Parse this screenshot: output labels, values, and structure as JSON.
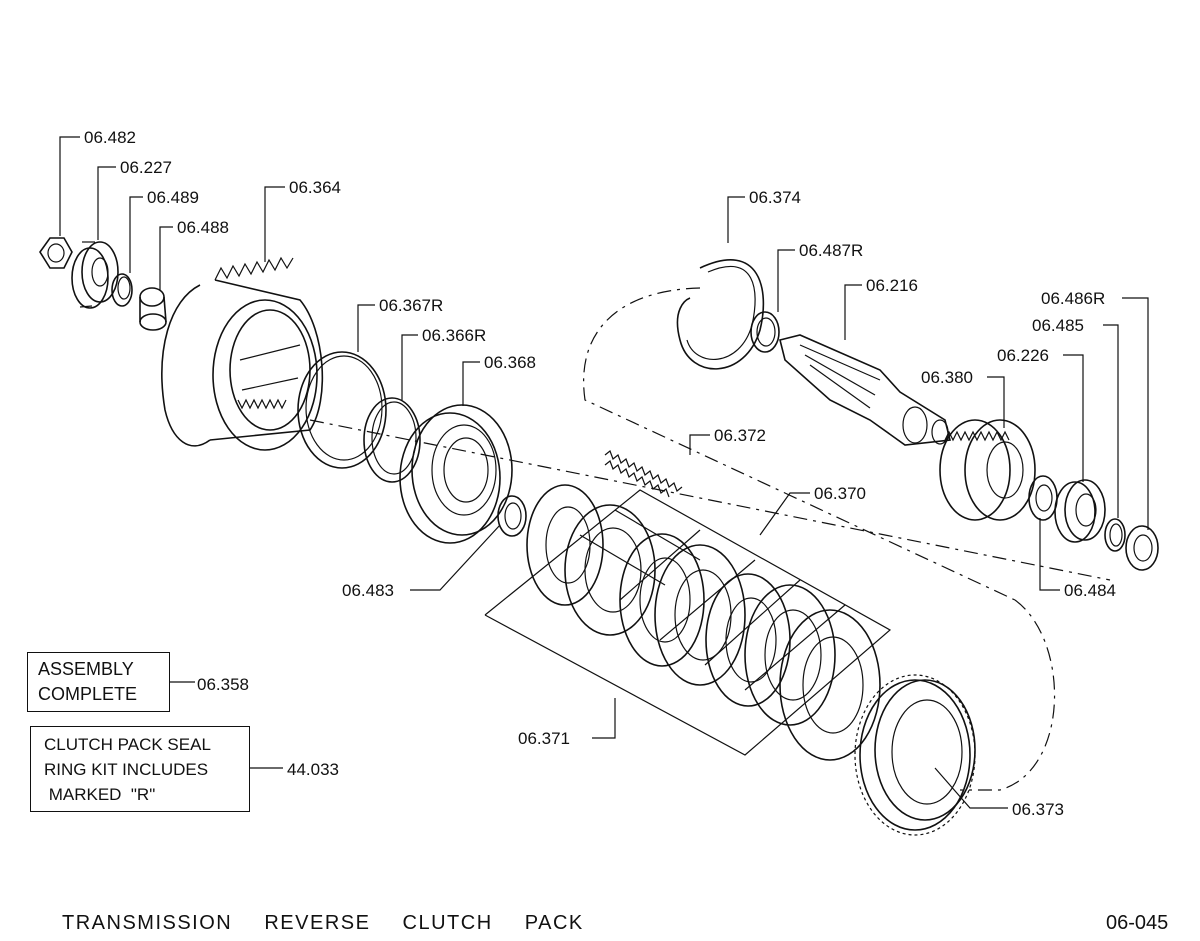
{
  "title": "TRANSMISSION  REVERSE  CLUTCH  PACK",
  "page_code": "06-045",
  "parts": {
    "p06_482": "06.482",
    "p06_227": "06.227",
    "p06_489": "06.489",
    "p06_488": "06.488",
    "p06_364": "06.364",
    "p06_367R": "06.367R",
    "p06_366R": "06.366R",
    "p06_368": "06.368",
    "p06_374": "06.374",
    "p06_487R": "06.487R",
    "p06_216": "06.216",
    "p06_486R": "06.486R",
    "p06_485": "06.485",
    "p06_226": "06.226",
    "p06_380": "06.380",
    "p06_372": "06.372",
    "p06_370": "06.370",
    "p06_483": "06.483",
    "p06_484": "06.484",
    "p06_358": "06.358",
    "p06_371": "06.371",
    "p44_033": "44.033",
    "p06_373": "06.373"
  },
  "assembly_box": {
    "line1": "ASSEMBLY",
    "line2": "COMPLETE"
  },
  "seal_kit_box": {
    "line1": "CLUTCH  PACK SEAL",
    "line2": "RING KIT INCLUDES",
    "line3": " MARKED  \"R\""
  }
}
